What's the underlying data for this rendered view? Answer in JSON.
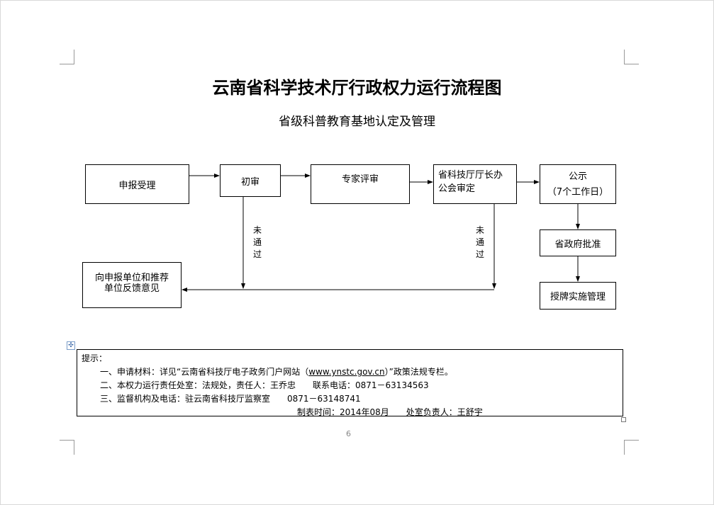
{
  "title": "云南省科学技术厅行政权力运行流程图",
  "subtitle": "省级科普教育基地认定及管理",
  "flow": {
    "apply": "申报受理",
    "initial": "初审",
    "expert": "专家评审",
    "director_1": "省科技厅厅长办",
    "director_2": "公会审定",
    "publicity_1": "公示",
    "publicity_2": "（7个工作日）",
    "approval": "省政府批准",
    "license": "授牌实施管理",
    "feedback_1": "向申报单位和推荐",
    "feedback_2": "单位反馈意见",
    "fail_1": "未通过",
    "fail_2": "未通过"
  },
  "notes": {
    "heading": "提示：",
    "line1_a": "一、申请材料：详见“云南省科技厅电子政务门户网站（",
    "line1_link": "www.ynstc.gov.cn",
    "line1_b": "）”政策法规专栏。",
    "line2": "二、本权力运行责任处室：法规处，责任人：王乔忠　　联系电话：0871－63134563",
    "line3": "三、监督机构及电话：驻云南省科技厅监察室　　0871－63148741",
    "line4": "制表时间：2014年08月　　处室负责人：王舒宇"
  },
  "page_number": "6"
}
